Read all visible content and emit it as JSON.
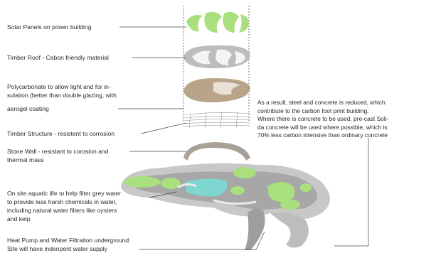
{
  "labels": {
    "solar": "Solar Panels on power building",
    "timber_roof": "Timber Roof - Cabon friendly material",
    "polycarbonate": "Polycarbonate to allow light and for in-\nsulation (better than double glazing, with",
    "aerogel": "aerogel coating",
    "timber_structure": "Timber Structure - resistent to corrosion",
    "stone_wall": "Stone Wall - resistant to corosion and\nthermal mass",
    "aquatic": "On site aquatic life to help filter grey water\nto provide less harsh chemicals in water,\nincluding natural water filters like oysters\nand kelp",
    "heat_pump": "Heat Pump and Water Filtration underground\nSite will have indenpent water supply"
  },
  "note": "As a result, steel and concrete is reduced, which\ncontribute to the carbon foot print building.\nWhere there is concrete to be used, pre-cast Soli-\nda concrete will be used where possible, which is\n70% less carbon intensive than ordinary concrete",
  "colors": {
    "solar_green": "#a9df7c",
    "roof_grey": "#b9b9b9",
    "polycarb_tan": "#b9a48a",
    "stone": "#a9a197",
    "water_teal": "#7fd6d0",
    "leader_line": "#444444"
  }
}
